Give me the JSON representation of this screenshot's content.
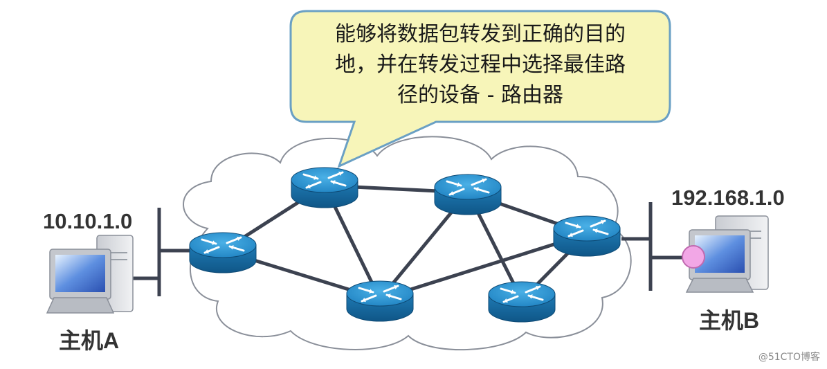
{
  "callout": {
    "lines": [
      "能够将数据包转发到正确的目的",
      "地，并在转发过程中选择最佳路",
      "径的设备 - 路由器"
    ]
  },
  "host_a": {
    "ip": "10.10.1.0",
    "label": "主机A"
  },
  "host_b": {
    "ip": "192.168.1.0",
    "label": "主机B"
  },
  "routers": [
    "r1",
    "r2",
    "r3",
    "r4",
    "r5",
    "r6"
  ],
  "links": [
    [
      "r1",
      "r2"
    ],
    [
      "r1",
      "r4"
    ],
    [
      "r2",
      "r3"
    ],
    [
      "r2",
      "r4"
    ],
    [
      "r3",
      "r4"
    ],
    [
      "r3",
      "r5"
    ],
    [
      "r3",
      "r6"
    ],
    [
      "r4",
      "r5"
    ],
    [
      "r5",
      "r6"
    ]
  ],
  "watermark": "@51CTO博客",
  "colors": {
    "bubble_fill": "#f7f5b9",
    "bubble_stroke": "#6aa0c4",
    "router_top": "#2e8cc4",
    "router_body": "#1c6fa6",
    "link": "#3c4250",
    "cloud_stroke": "#8a8f99"
  }
}
